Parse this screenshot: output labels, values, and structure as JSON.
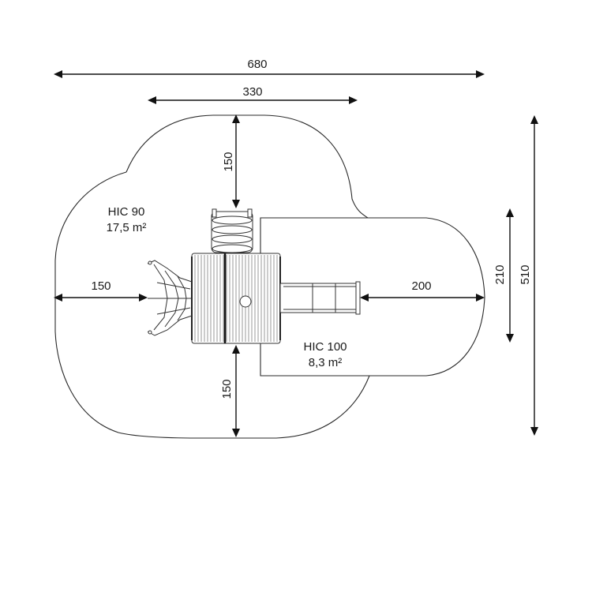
{
  "dimensions": {
    "total_width": "680",
    "structure_width": "330",
    "top_clearance": "150",
    "left_clearance": "150",
    "bottom_clearance": "150",
    "right_clearance": "200",
    "slide_zone_height": "210",
    "total_height": "510"
  },
  "zones": {
    "main": {
      "hic": "HIC 90",
      "area": "17,5 m²"
    },
    "slide": {
      "hic": "HIC 100",
      "area": "8,3 m²"
    }
  }
}
